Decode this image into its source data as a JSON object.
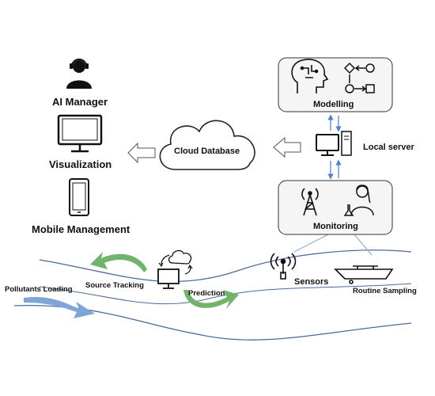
{
  "labels": {
    "ai_manager": "AI Manager",
    "visualization": "Visualization",
    "mobile_management": "Mobile Management",
    "cloud_database": "Cloud Database",
    "local_server": "Local server",
    "modelling": "Modelling",
    "monitoring": "Monitoring",
    "source_tracking": "Source Tracking",
    "prediction": "Prediction",
    "sensors": "Sensors",
    "routine_sampling": "Routine Sampling",
    "pollutants_loading": "Pollutants Loading"
  },
  "colors": {
    "river_line": "#4a6a9a",
    "flow_arrow": "#7fa5d8",
    "link_arrow": "#4a7fd4",
    "cycle_arrow": "#72b36b",
    "box_fill": "#f5f5f5",
    "icon": "#111111"
  },
  "icons": [
    "headset-person-icon",
    "monitor-icon",
    "phone-icon",
    "cloud-icon",
    "computer-icon",
    "brain-circuit-icon",
    "flowchart-icon",
    "radio-tower-icon",
    "scientist-icon",
    "sensor-icon",
    "boat-icon"
  ]
}
